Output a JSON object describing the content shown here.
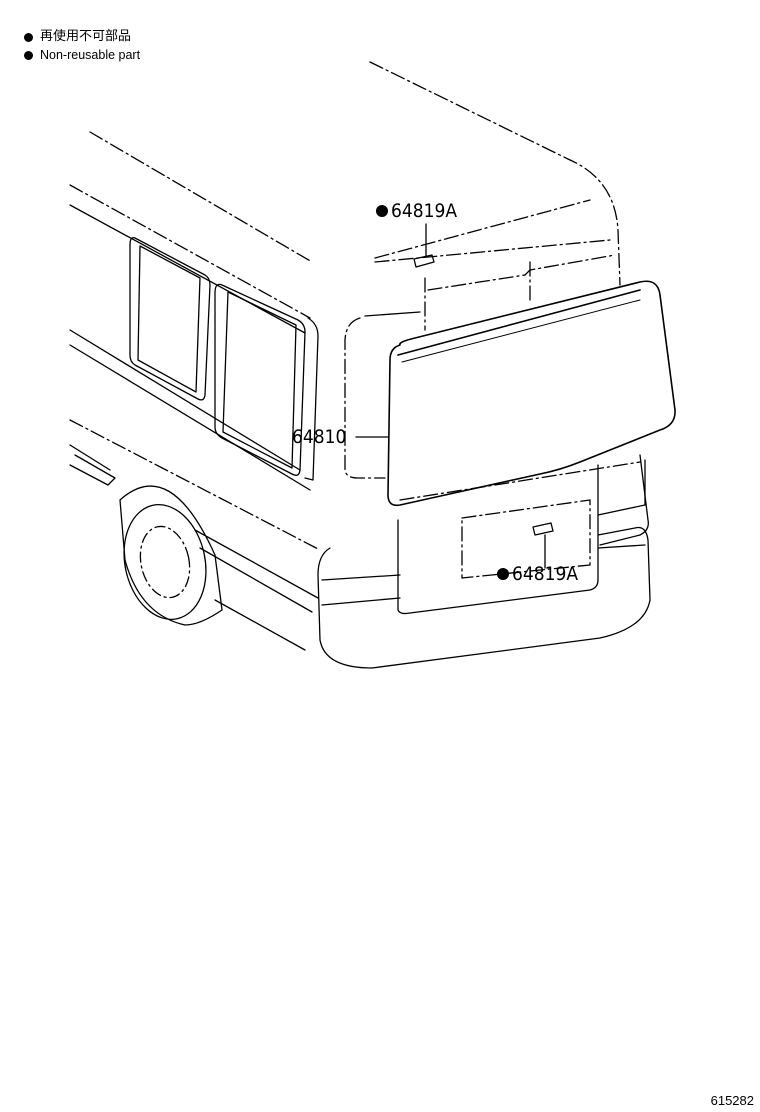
{
  "legend": {
    "line_ja": "再使用不可部品",
    "line_en": "Non-reusable part"
  },
  "callouts": {
    "top_clip": "64819A",
    "glass": "64810",
    "bottom_clip": "64819A"
  },
  "drawing_id": "615282"
}
